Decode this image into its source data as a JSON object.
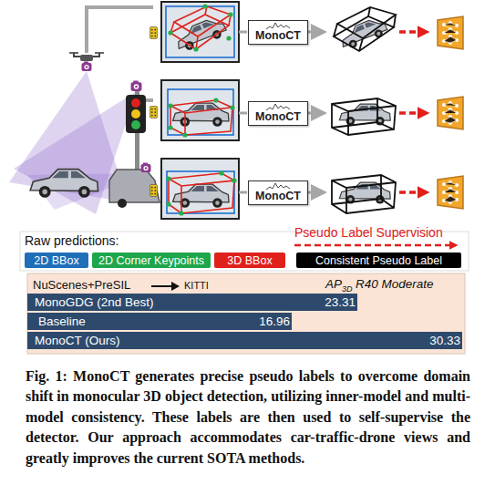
{
  "diagram": {
    "caption": "Fig. 1: MonoCT generates precise pseudo labels to overcome domain shift in monocular 3D object detection, utilizing inner-model and multi-model consistency. These labels are then used to self-supervise the detector. Our approach accommodates car-traffic-drone views and greatly improves the current SOTA methods.",
    "nodes": [
      {
        "text": [
          "MonoCT"
        ]
      },
      {
        "text": [
          "MonoCT"
        ]
      },
      {
        "text": [
          "MonoCT"
        ]
      }
    ],
    "labels": [
      "Raw predictions:",
      "NuScenes+PreSIL",
      "KITTI",
      "AP",
      "3D",
      "R40 Moderate",
      "MonoGDG (2nd Best)",
      "23.31",
      "Baseline",
      "16.96",
      "MonoCT (Ours)",
      "30.33"
    ],
    "legend": [
      {
        "text": "2D BBox",
        "color": "#1f6fb8"
      },
      {
        "text": "2D Corner Keypoints",
        "color": "#1ea64a"
      },
      {
        "text": "3D BBox",
        "color": "#e0201b"
      },
      {
        "text": "Consistent Pseudo Label",
        "color": "#000000"
      },
      {
        "text": "Pseudo Label Supervision"
      }
    ]
  }
}
